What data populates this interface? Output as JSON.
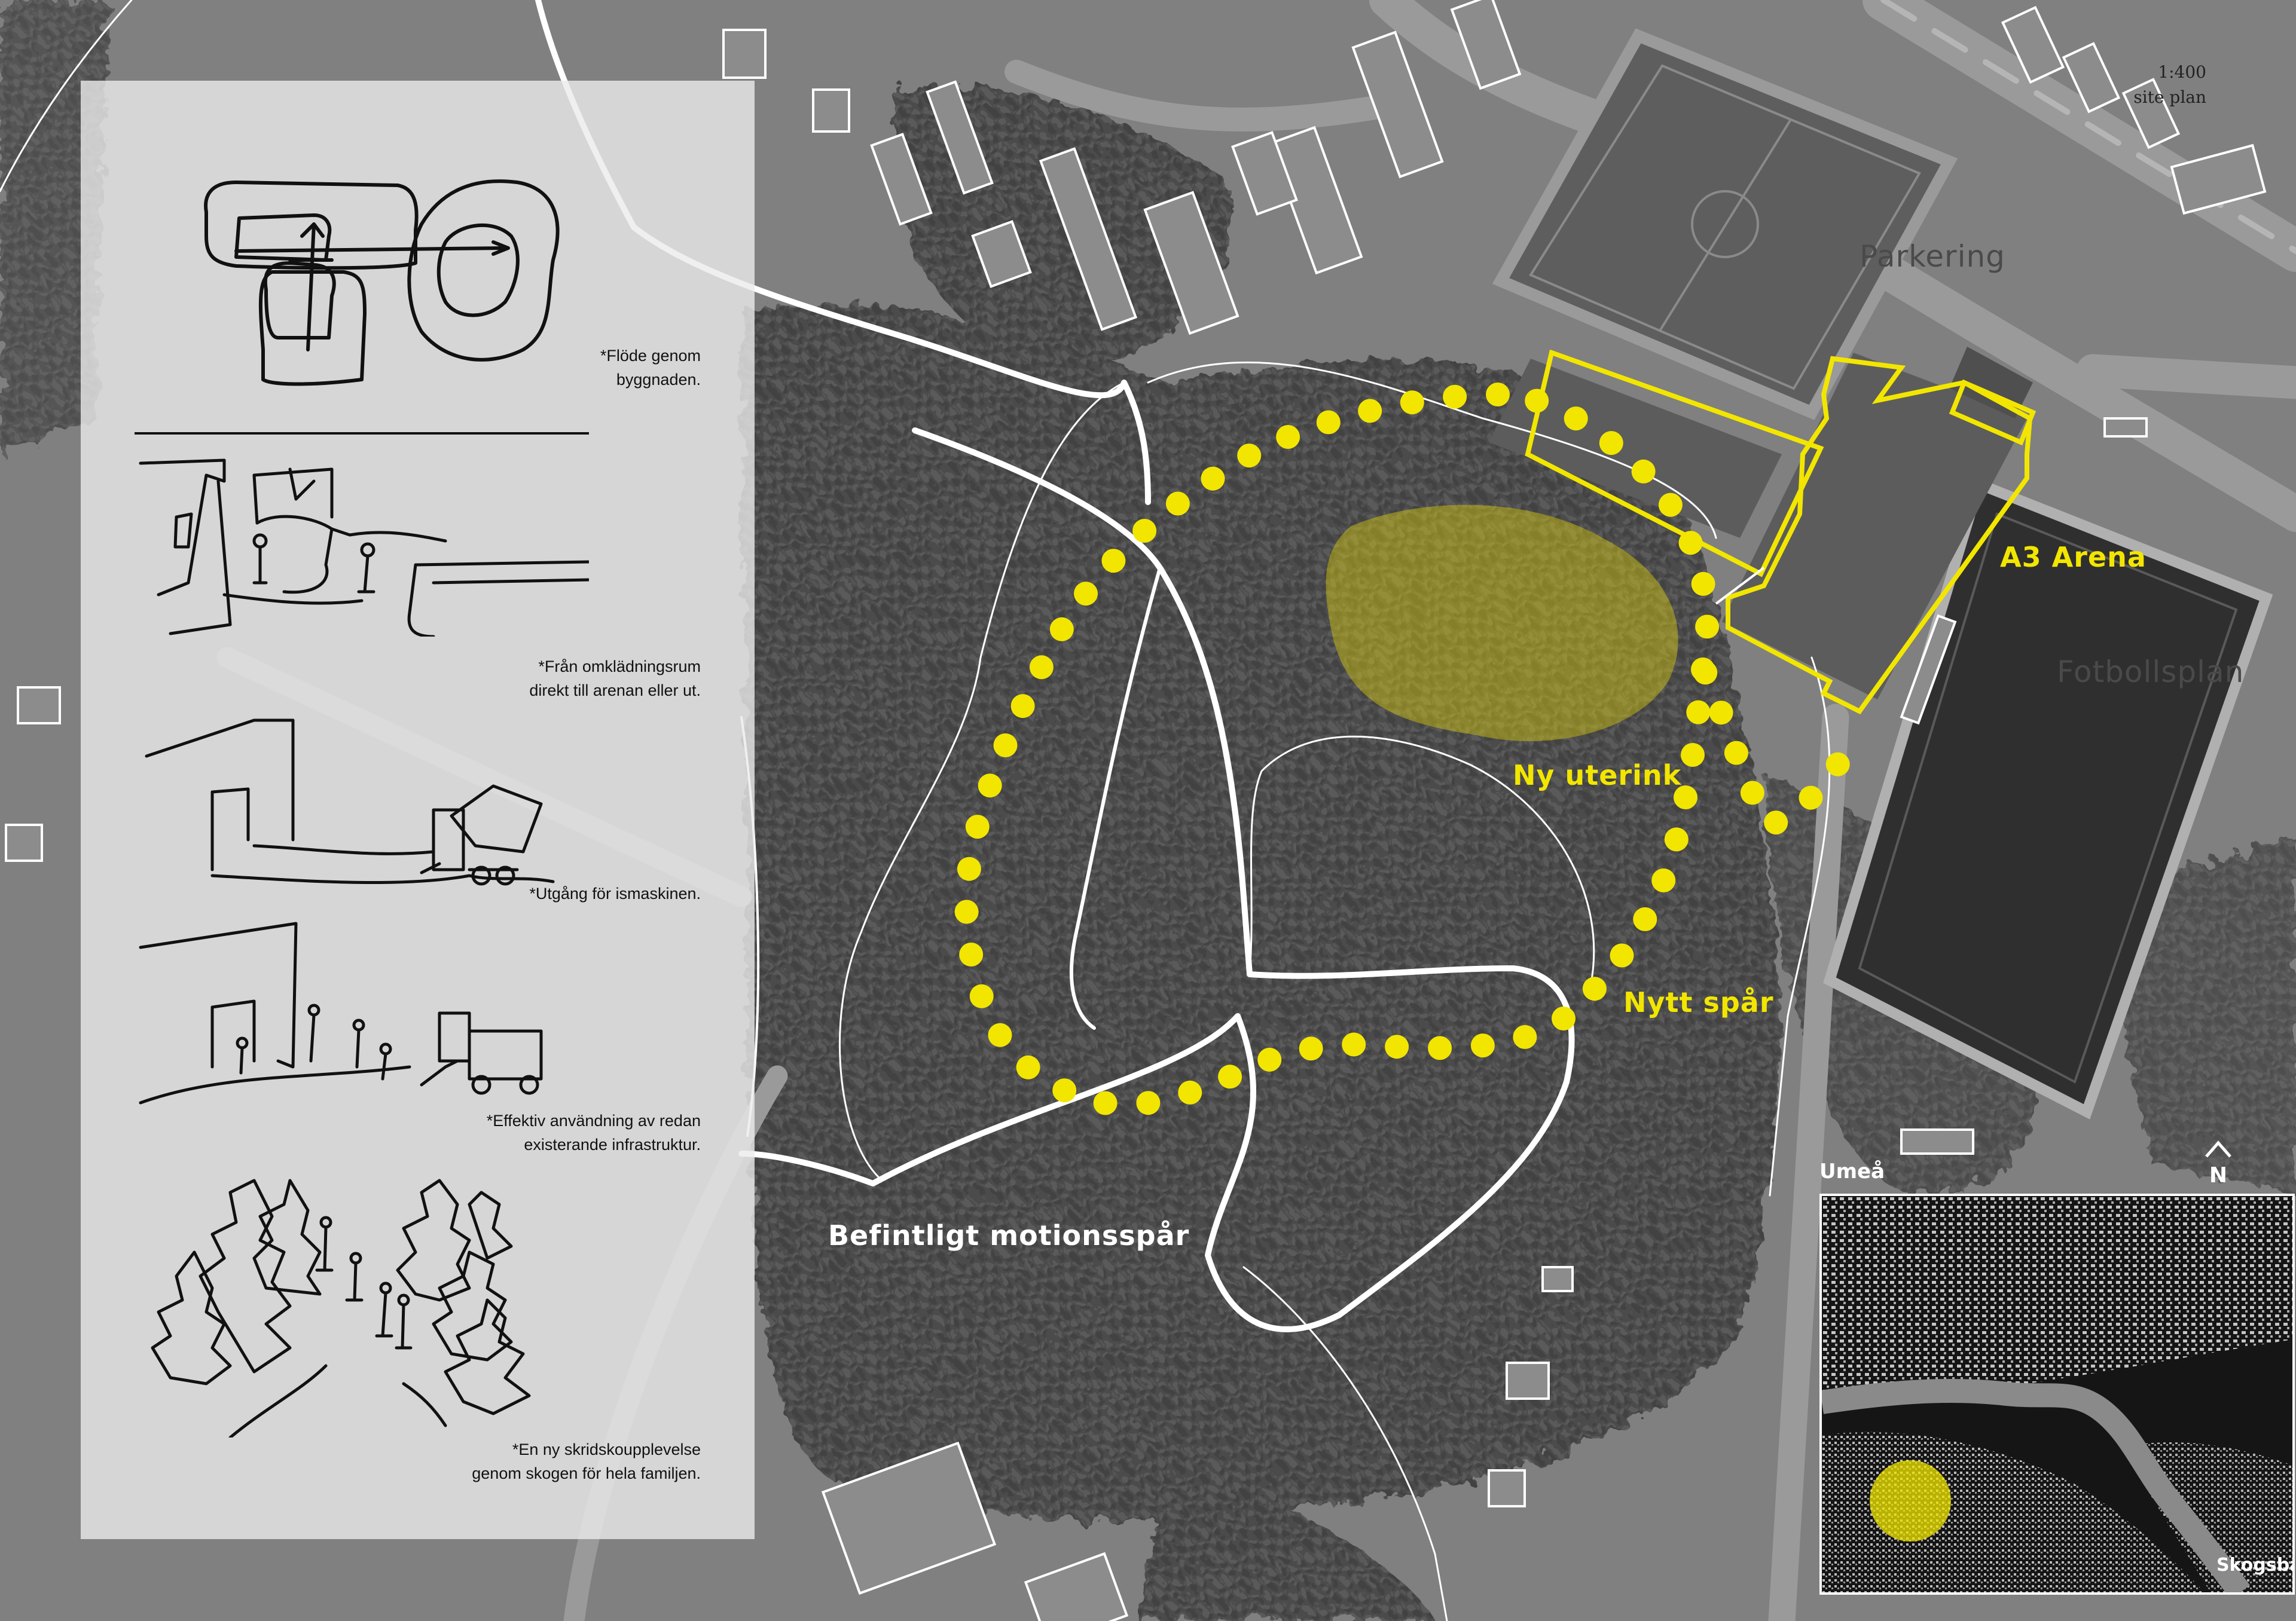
{
  "map": {
    "scale_ratio": "1:400",
    "scale_caption": "site plan",
    "labels": {
      "parking": "Parkering",
      "arena": "A3 Arena",
      "football": "Fotbollsplan",
      "new_rink": "Ny uterink",
      "new_track": "Nytt spår",
      "existing_track": "Befintligt motionsspår"
    },
    "colors": {
      "highlight_yellow": "#f2e600",
      "path_white": "#ffffff",
      "forest": "#4e4e4e",
      "panel": "#ebebeb"
    }
  },
  "legend": {
    "items": [
      {
        "icon": "flow-diagram-icon",
        "caption_line1": "*Flöde genom",
        "caption_line2": "byggnaden."
      },
      {
        "icon": "changing-room-icon",
        "caption_line1": "*Från omklädningsrum",
        "caption_line2": "direkt till arenan eller ut."
      },
      {
        "icon": "ice-machine-icon",
        "caption_line1": "*Utgång för ismaskinen.",
        "caption_line2": ""
      },
      {
        "icon": "infrastructure-icon",
        "caption_line1": "*Effektiv användning av redan",
        "caption_line2": "existerande infrastruktur."
      },
      {
        "icon": "forest-skating-icon",
        "caption_line1": "*En ny skridskoupplevelse",
        "caption_line2": "genom skogen för hela familjen."
      }
    ]
  },
  "inset": {
    "city": "Umeå",
    "place": "Skogsbana",
    "north": "N",
    "north_icon": "north-arrow-icon"
  }
}
